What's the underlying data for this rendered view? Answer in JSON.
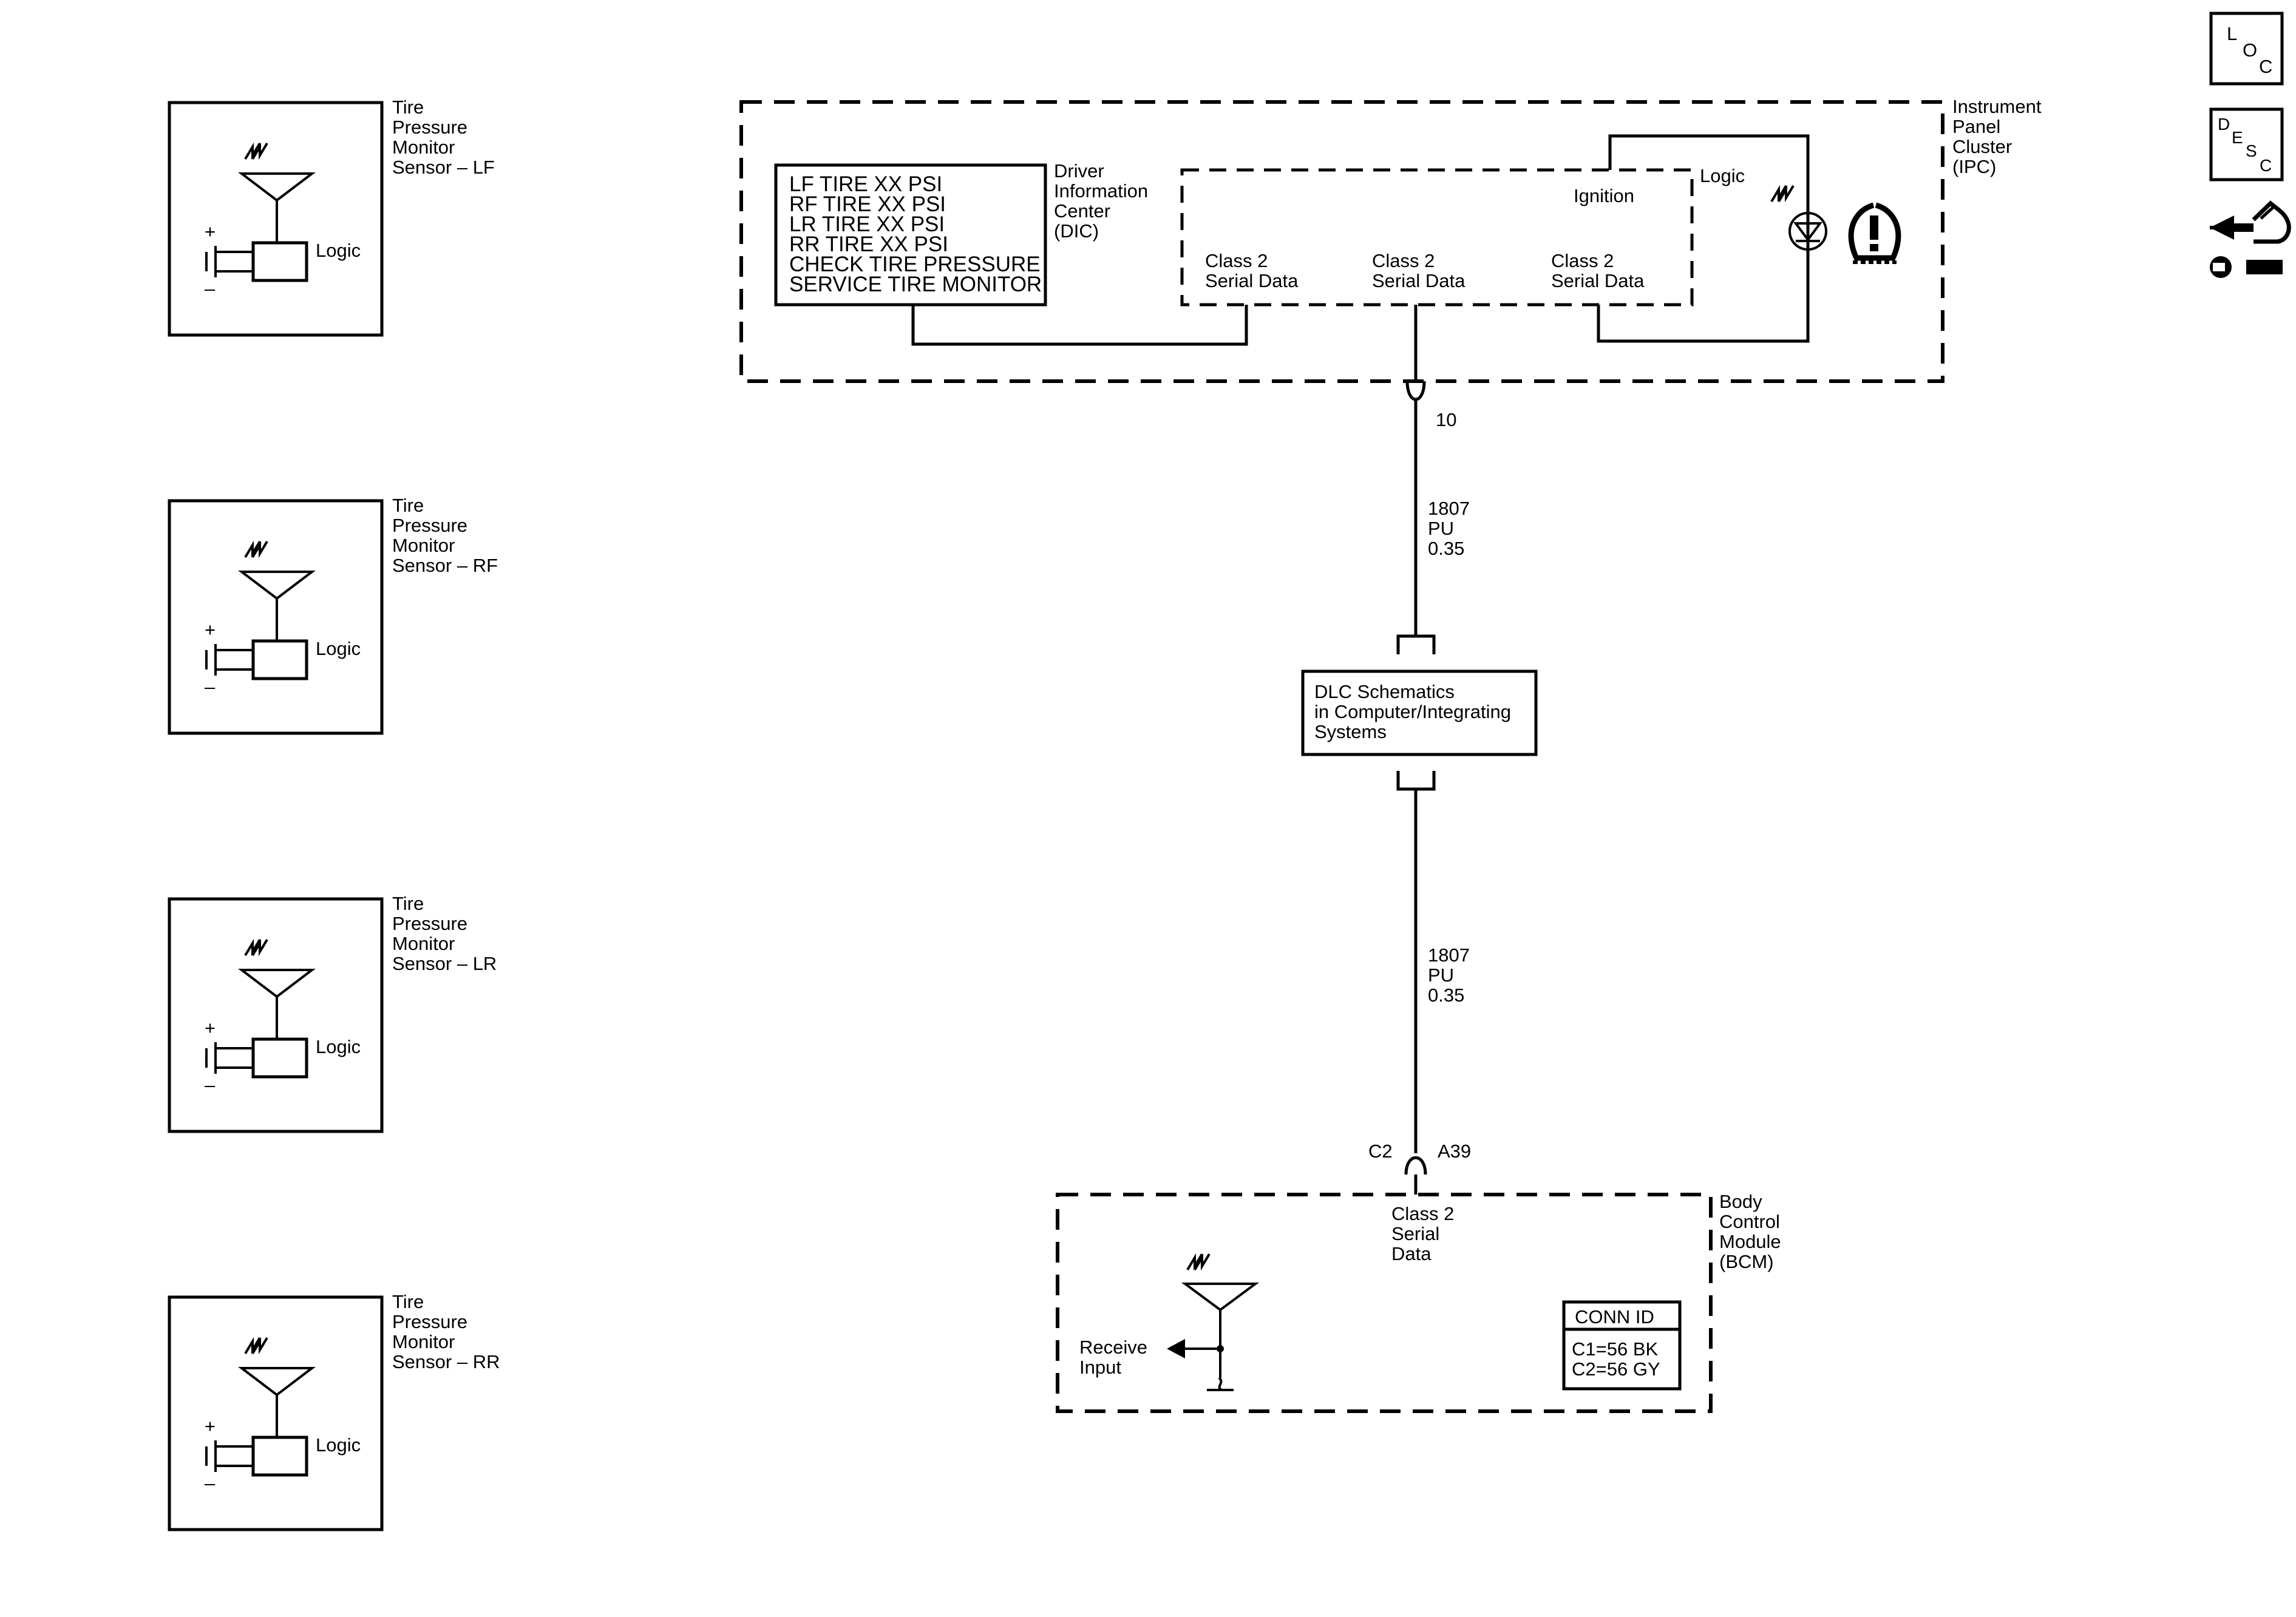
{
  "sensors": [
    {
      "label": [
        "Tire",
        "Pressure",
        "Monitor",
        "Sensor – LF"
      ],
      "logic": "Logic",
      "plus": "+",
      "minus": "–"
    },
    {
      "label": [
        "Tire",
        "Pressure",
        "Monitor",
        "Sensor – RF"
      ],
      "logic": "Logic",
      "plus": "+",
      "minus": "–"
    },
    {
      "label": [
        "Tire",
        "Pressure",
        "Monitor",
        "Sensor – LR"
      ],
      "logic": "Logic",
      "plus": "+",
      "minus": "–"
    },
    {
      "label": [
        "Tire",
        "Pressure",
        "Monitor",
        "Sensor – RR"
      ],
      "logic": "Logic",
      "plus": "+",
      "minus": "–"
    }
  ],
  "ipc": {
    "label": [
      "Instrument",
      "Panel",
      "Cluster",
      "(IPC)"
    ],
    "dic_messages": [
      "LF TIRE XX PSI",
      "RF TIRE XX PSI",
      "LR TIRE XX PSI",
      "RR TIRE XX PSI",
      "CHECK TIRE PRESSURE",
      "SERVICE TIRE MONITOR"
    ],
    "dic_label": [
      "Driver",
      "Information",
      "Center",
      "(DIC)"
    ],
    "ignition": "Ignition",
    "logic": "Logic",
    "serial_ports": [
      [
        "Class 2",
        "Serial Data"
      ],
      [
        "Class 2",
        "Serial Data"
      ],
      [
        "Class 2",
        "Serial Data"
      ]
    ],
    "pin": "10"
  },
  "wire_upper": [
    "1807",
    "PU",
    "0.35"
  ],
  "dlc": [
    "DLC Schematics",
    "in Computer/Integrating",
    "Systems"
  ],
  "wire_lower": [
    "1807",
    "PU",
    "0.35"
  ],
  "bcm": {
    "connector": "C2",
    "pin": "A39",
    "serial": [
      "Class 2",
      "Serial",
      "Data"
    ],
    "receive": [
      "Receive",
      "Input"
    ],
    "label": [
      "Body",
      "Control",
      "Module",
      "(BCM)"
    ],
    "conn_id_title": "CONN ID",
    "conn_ids": [
      "C1=56 BK",
      "C2=56 GY"
    ]
  },
  "side_buttons": {
    "loc": [
      "L",
      "O",
      "C"
    ],
    "desc": [
      "D",
      "E",
      "S",
      "C"
    ],
    "repair_icon": "repair-icon"
  }
}
